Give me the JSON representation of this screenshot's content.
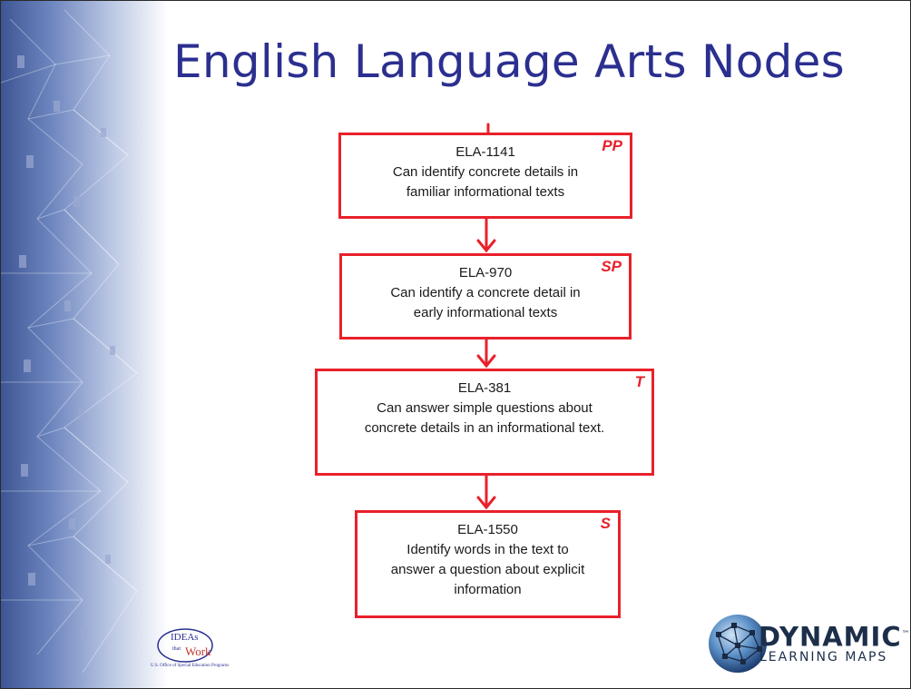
{
  "slide": {
    "title": "English Language Arts Nodes"
  },
  "nodes": [
    {
      "code": "ELA-1141",
      "tag": "PP",
      "description": "Can identify concrete details in familiar informational texts"
    },
    {
      "code": "ELA-970",
      "tag": "SP",
      "description": "Can identify a concrete detail in early informational texts"
    },
    {
      "code": "ELA-381",
      "tag": "T",
      "description": "Can answer simple questions about concrete details in an informational text."
    },
    {
      "code": "ELA-1550",
      "tag": "S",
      "description": "Identify words in the text to answer a question about explicit information"
    }
  ],
  "logos": {
    "ideas": {
      "line1": "IDEAs",
      "line2": "that",
      "line3": "Work",
      "caption": "U.S. Office of Special Education Programs"
    },
    "dlm": {
      "word1": "DYNAMIC",
      "word2": "LEARNING MAPS",
      "mark": "™"
    }
  },
  "colors": {
    "title": "#2b2f8f",
    "node_border": "#e8212b",
    "arrow": "#e8212b",
    "band": "#3d5594"
  }
}
